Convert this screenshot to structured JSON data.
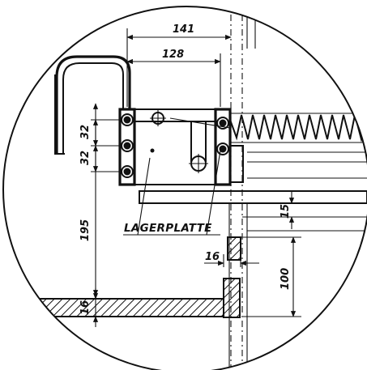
{
  "drawing": {
    "part_label": "LAGERPLATTE",
    "dimensions": {
      "d141": "141",
      "d128": "128",
      "d32a": "32",
      "d32b": "32",
      "d195": "195",
      "d16_left": "16",
      "d15": "15",
      "d16_mid": "16",
      "d100": "100"
    }
  }
}
